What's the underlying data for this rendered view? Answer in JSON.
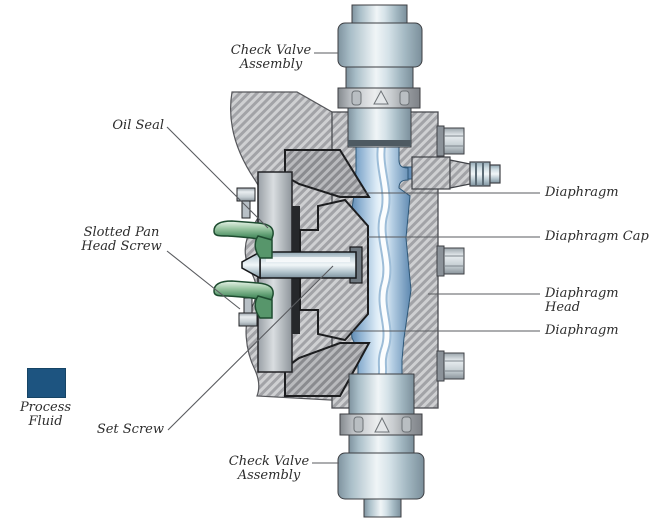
{
  "diagram": {
    "labels": {
      "check_valve_top": {
        "line1": "Check Valve",
        "line2": "Assembly"
      },
      "oil_seal": "Oil Seal",
      "slotted_pan_screw": {
        "line1": "Slotted Pan",
        "line2": "Head Screw"
      },
      "set_screw": "Set Screw",
      "diaphragm_top": "Diaphragm",
      "diaphragm_cap": "Diaphragm Cap",
      "diaphragm_head": {
        "line1": "Diaphragm",
        "line2": "Head"
      },
      "diaphragm_bottom": "Diaphragm",
      "check_valve_bottom": {
        "line1": "Check Valve",
        "line2": "Assembly"
      }
    },
    "legend": {
      "swatch_color": "#1d5480",
      "line1": "Process",
      "line2": "Fluid"
    },
    "colors": {
      "process_fluid_blue": "#1d5480",
      "fluid_channel_blue": "#8fb2d2",
      "seal_green": "#57966b",
      "metal_highlight": "#f0f5f7",
      "hatch_gray": "#a2a3a7",
      "label_text": "#2d2d2d",
      "background": "#ffffff"
    }
  }
}
